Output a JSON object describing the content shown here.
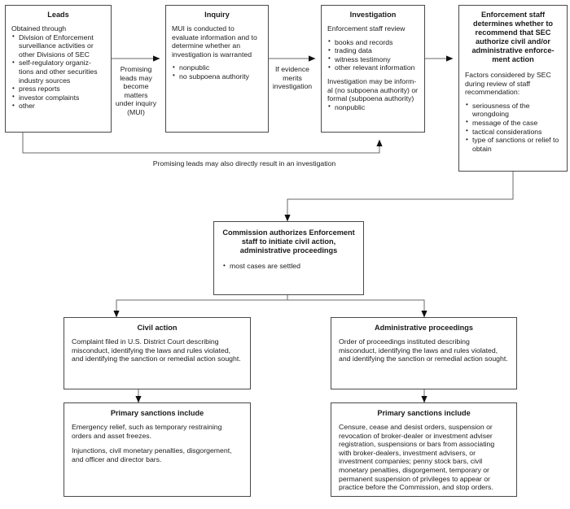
{
  "diagram": {
    "title": "SEC Enforcement Process Flowchart",
    "accent": "#4a4a4a",
    "background": "#ffffff"
  },
  "nodes": {
    "leads": {
      "title": "Leads",
      "intro": "Obtained through",
      "bullets": [
        "Division of Enforcement surveillance activities or other Divisions of SEC",
        "self-regulatory organiz-tions and other securities industry sources",
        "press reports",
        "investor complaints",
        "other"
      ]
    },
    "inquiry": {
      "title": "Inquiry",
      "intro": "MUI is conducted to evaluate information and to determine whether an investigation is warranted",
      "bullets": [
        "nonpublic",
        "no subpoena authority"
      ]
    },
    "investigation": {
      "title": "Investigation",
      "intro": "Enforcement staff review",
      "bullets": [
        "books and records",
        "trading data",
        "witness testimony",
        "other relevant information"
      ],
      "note": "Investigation may be inform-al (no subpoena authority) or formal (subpoena authority)",
      "note_bullets": [
        "nonpublic"
      ]
    },
    "enforcement_staff": {
      "title": "Enforcement staff determines whether to recommend that SEC authorize civil and/or administrative enforce-ment action",
      "intro": "Factors considered by SEC during review of staff recommendation:",
      "bullets": [
        "seriousness of the wrongdoing",
        "message of the case",
        "tactical considerations",
        "type of sanctions or relief to obtain"
      ]
    },
    "commission": {
      "title": "Commission authorizes Enforcement staff to initiate civil action, administrative proceedings",
      "bullets": [
        "most cases are settled"
      ]
    },
    "civil_action": {
      "title": "Civil action",
      "body": "Complaint filed in U.S. District Court describing misconduct, identifying the laws and rules violated, and identifying the sanction or remedial action sought."
    },
    "administrative_proceedings": {
      "title": "Administrative proceedings",
      "body": "Order of proceedings instituted describing misconduct, identifying the laws and rules violated, and identifying the sanction or remedial action sought."
    },
    "civil_sanctions": {
      "title": "Primary sanctions include",
      "paragraph1": "Emergency relief, such as temporary restraining orders and asset freezes.",
      "paragraph2": "Injunctions, civil monetary penalties, disgorgement, and officer and director bars."
    },
    "admin_sanctions": {
      "title": "Primary sanctions include",
      "paragraph1": "Censure, cease and desist orders, suspension or revocation of broker-dealer or investment adviser registration, suspensions or bars from associating with broker-dealers, investment advisers, or investment companies; penny stock bars, civil monetary penalties, disgorgement, temporary or permanent suspension of privileges to appear or practice before the Commission, and stop orders."
    }
  },
  "edges": {
    "leads_to_inquiry": "Promising leads may become matters under inquiry (MUI)",
    "inquiry_to_investigation": "If evidence merits investigation",
    "leads_to_investigation": "Promising leads may also directly result in an investigation"
  }
}
